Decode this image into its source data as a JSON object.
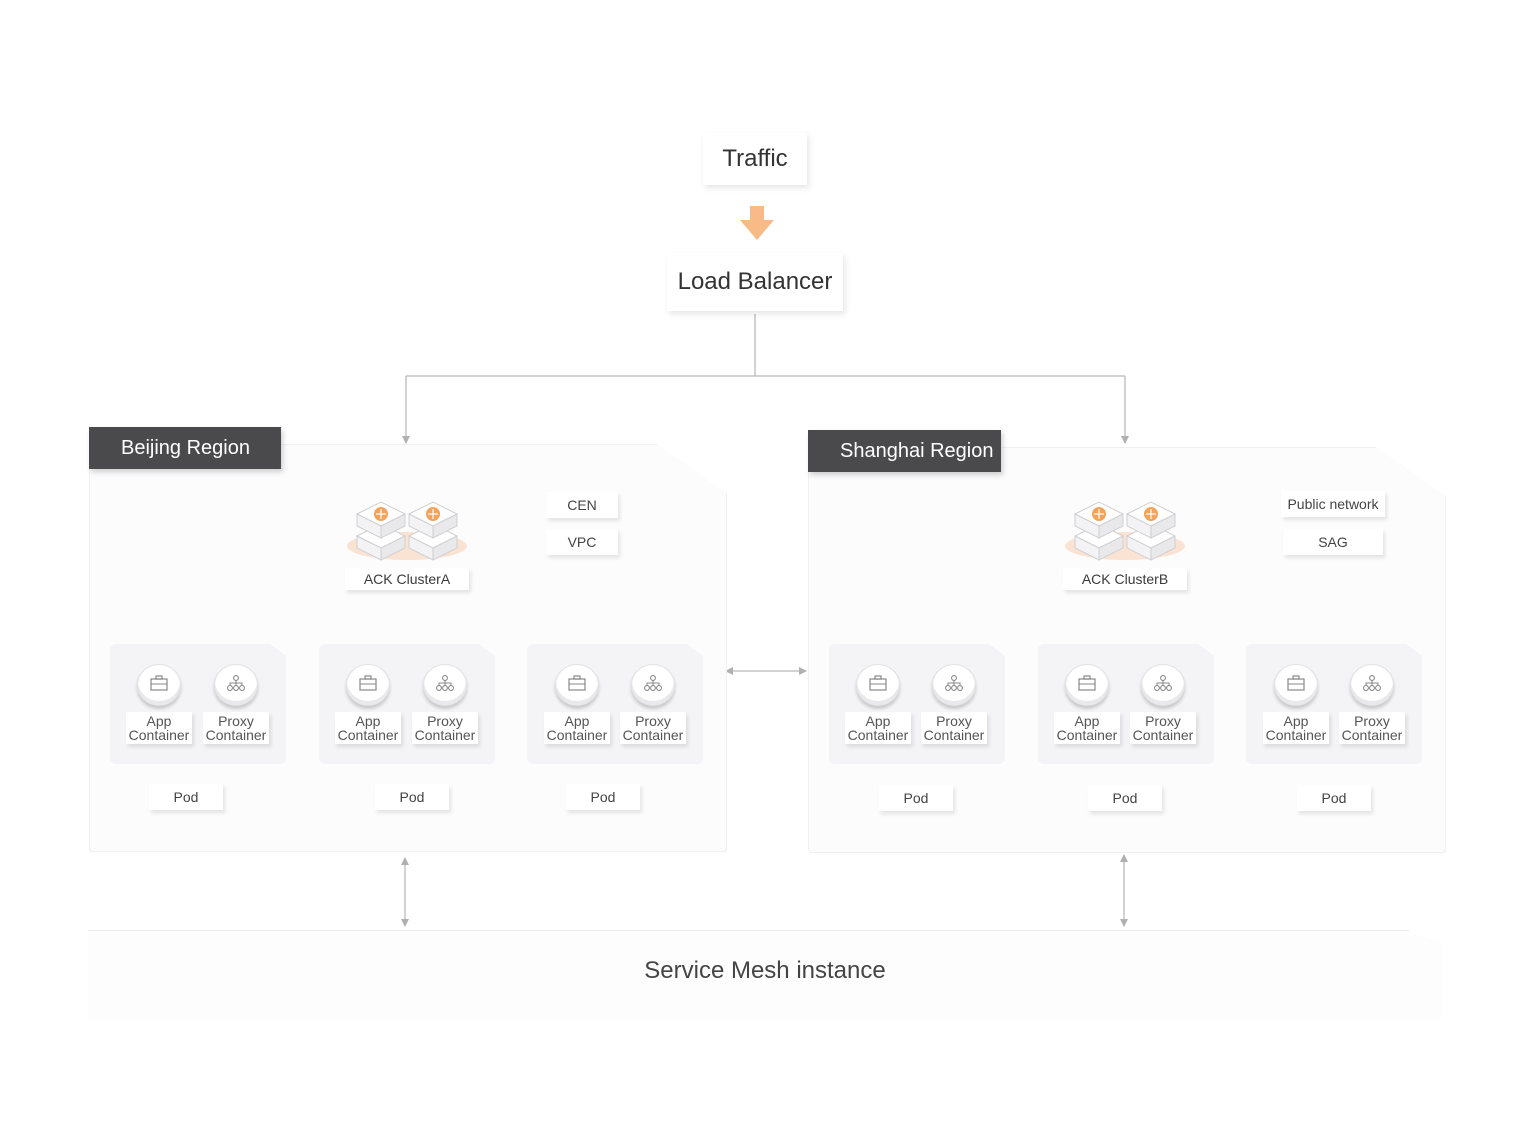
{
  "traffic": "Traffic",
  "load_balancer": "Load Balancer",
  "service_mesh": "Service Mesh instance",
  "colors": {
    "accent": "#f5a35b",
    "region_label_bg": "#4a4a4d",
    "wire": "#b5b5b8"
  },
  "regions": [
    {
      "name": "Beijing Region",
      "cluster": "ACK ClusterA",
      "tags": [
        "CEN",
        "VPC"
      ],
      "pods": [
        {
          "app": [
            "App",
            "Container"
          ],
          "proxy": [
            "Proxy",
            "Container"
          ],
          "label": "Pod"
        },
        {
          "app": [
            "App",
            "Container"
          ],
          "proxy": [
            "Proxy",
            "Container"
          ],
          "label": "Pod"
        },
        {
          "app": [
            "App",
            "Container"
          ],
          "proxy": [
            "Proxy",
            "Container"
          ],
          "label": "Pod"
        }
      ]
    },
    {
      "name": "Shanghai Region",
      "cluster": "ACK ClusterB",
      "tags": [
        "Public network",
        "SAG"
      ],
      "pods": [
        {
          "app": [
            "App",
            "Container"
          ],
          "proxy": [
            "Proxy",
            "Container"
          ],
          "label": "Pod"
        },
        {
          "app": [
            "App",
            "Container"
          ],
          "proxy": [
            "Proxy",
            "Container"
          ],
          "label": "Pod"
        },
        {
          "app": [
            "App",
            "Container"
          ],
          "proxy": [
            "Proxy",
            "Container"
          ],
          "label": "Pod"
        }
      ]
    }
  ]
}
